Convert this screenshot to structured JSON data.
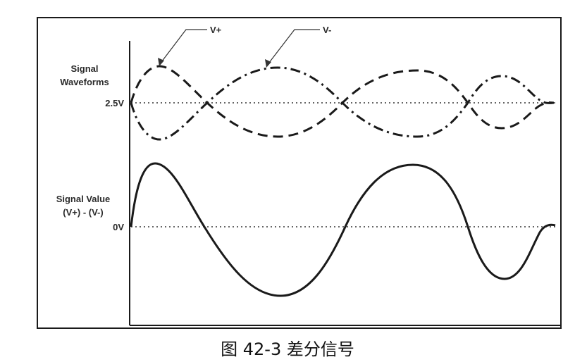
{
  "labels": {
    "vplus": "V+",
    "vminus": "V-",
    "signal_waveforms_line1": "Signal",
    "signal_waveforms_line2": "Waveforms",
    "ref_25": "2.5V",
    "signal_value_line1": "Signal Value",
    "signal_value_line2": "(V+) - (V-)",
    "ref_0": "0V"
  },
  "caption": "图 42-3 差分信号",
  "colors": {
    "line": "#1a1a1a",
    "text": "#2a2a2a"
  }
}
